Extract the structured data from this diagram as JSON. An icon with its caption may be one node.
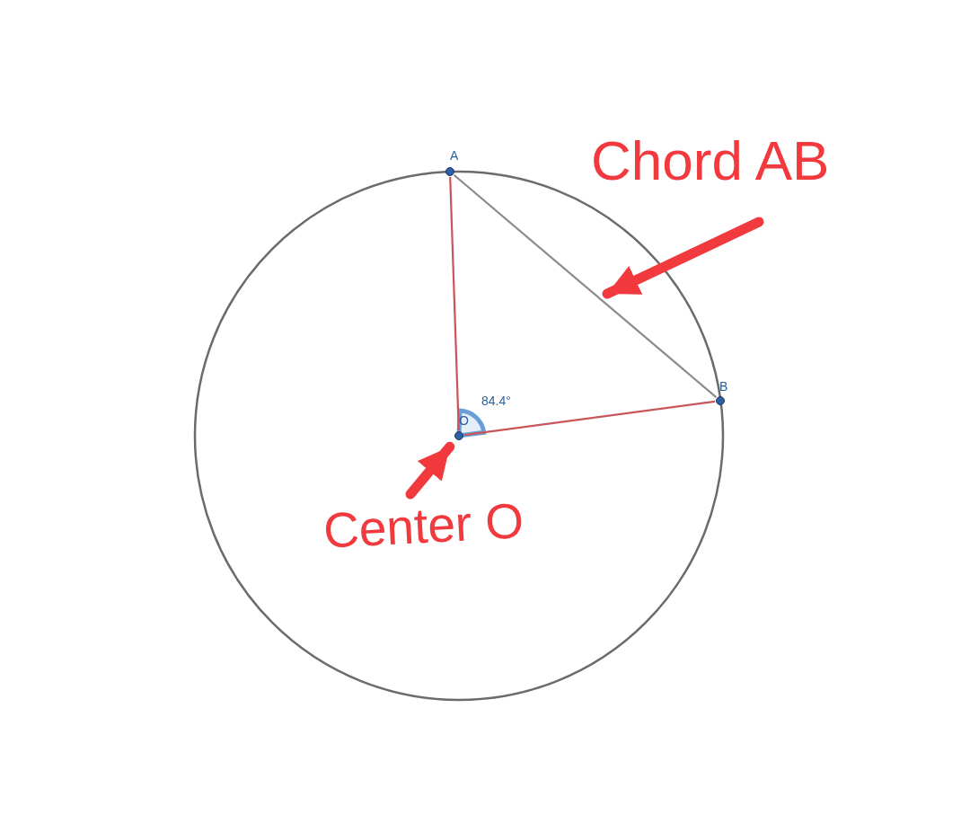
{
  "diagram": {
    "nodes": [
      {
        "text": [
          "A"
        ]
      },
      {
        "text": [
          "B"
        ]
      },
      {
        "text": [
          "O"
        ]
      },
      {
        "text": [
          "Chord AB"
        ]
      },
      {
        "text": [
          "Center O"
        ]
      }
    ],
    "edges": [
      {
        "from": 0,
        "to": 2,
        "arrow": "none"
      },
      {
        "from": 2,
        "to": 1,
        "arrow": "none"
      },
      {
        "from": 0,
        "to": 1,
        "arrow": "none",
        "color": "#8c8c8c"
      },
      {
        "from": 3,
        "to": null,
        "arrow": "to",
        "style": "thick",
        "color": "#f2393d"
      },
      {
        "from": 4,
        "to": 2,
        "arrow": "to",
        "style": "thick",
        "color": "#f2393d"
      }
    ],
    "labels": [
      "84.4°"
    ]
  }
}
